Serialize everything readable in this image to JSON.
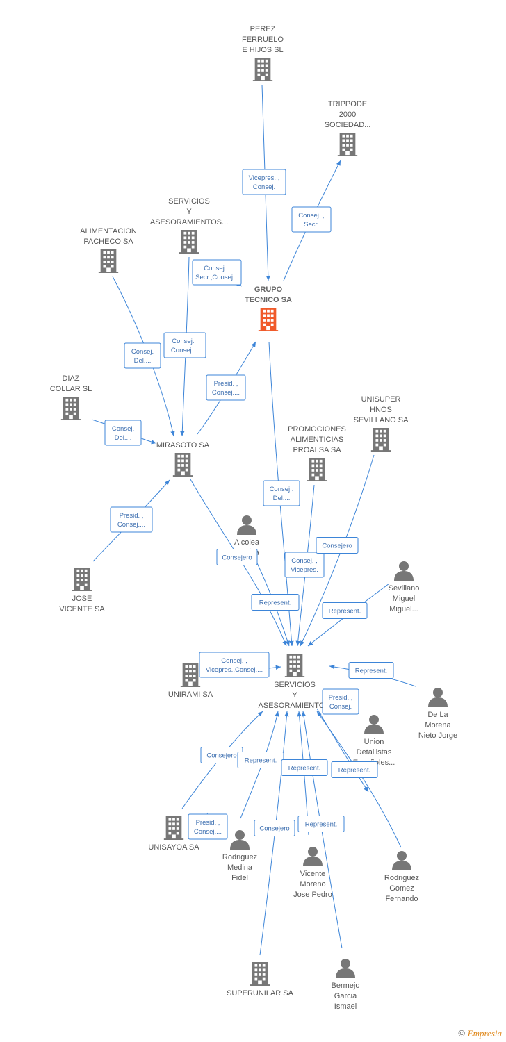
{
  "colors": {
    "node": "#777777",
    "focus": "#f05a2a",
    "edge": "#3d85d8"
  },
  "nodes": {
    "perez": {
      "type": "company",
      "lines": [
        "PEREZ",
        "FERRUELO",
        "E HIJOS  SL"
      ]
    },
    "trippode": {
      "type": "company",
      "lines": [
        "TRIPPODE",
        "2000",
        "SOCIEDAD..."
      ]
    },
    "servicios_top": {
      "type": "company",
      "lines": [
        "SERVICIOS",
        "Y",
        "ASESORAMIENTOS..."
      ]
    },
    "alimentacion": {
      "type": "company",
      "lines": [
        "ALIMENTACION",
        "PACHECO SA"
      ]
    },
    "grupo": {
      "type": "focus",
      "lines": [
        "GRUPO",
        "TECNICO SA"
      ]
    },
    "diaz": {
      "type": "company",
      "lines": [
        "DIAZ",
        "COLLAR SL"
      ]
    },
    "mirasoto": {
      "type": "company",
      "lines": [
        "MIRASOTO SA"
      ]
    },
    "promociones": {
      "type": "company",
      "lines": [
        "PROMOCIONES",
        "ALIMENTICIAS",
        "PROALSA SA"
      ]
    },
    "unisuper": {
      "type": "company",
      "lines": [
        "UNISUPER",
        "HNOS",
        "SEVILLANO SA"
      ]
    },
    "alcolea": {
      "type": "person",
      "lines": [
        "Alcolea",
        "Castilla",
        "Arturo"
      ]
    },
    "jose": {
      "type": "company",
      "lines": [
        "JOSE",
        "VICENTE SA"
      ]
    },
    "sevillano": {
      "type": "person",
      "lines": [
        "Sevillano",
        "Miguel",
        "Miguel..."
      ]
    },
    "servicios_main": {
      "type": "company",
      "lines": [
        "SERVICIOS",
        "Y",
        "ASESORAMIENTO..."
      ]
    },
    "unirami": {
      "type": "company",
      "lines": [
        "UNIRAMI SA"
      ]
    },
    "delamorena": {
      "type": "person",
      "lines": [
        "De La",
        "Morena",
        "Nieto Jorge"
      ]
    },
    "union": {
      "type": "person",
      "lines": [
        "Union",
        "Detallistas",
        "Españoles..."
      ]
    },
    "unisayoa": {
      "type": "company",
      "lines": [
        "UNISAYOA SA"
      ]
    },
    "rodmedina": {
      "type": "person",
      "lines": [
        "Rodriguez",
        "Medina",
        "Fidel"
      ]
    },
    "vicente": {
      "type": "person",
      "lines": [
        "Vicente",
        "Moreno",
        "Jose Pedro"
      ]
    },
    "rodgomez": {
      "type": "person",
      "lines": [
        "Rodriguez",
        "Gomez",
        "Fernando"
      ]
    },
    "superunilar": {
      "type": "company",
      "lines": [
        "SUPERUNILAR SA"
      ]
    },
    "bermejo": {
      "type": "person",
      "lines": [
        "Bermejo",
        "Garcia",
        "Ismael"
      ]
    }
  },
  "edges": [
    {
      "id": "perez-grupo",
      "lines": [
        "Vicepres. ,",
        "Consej."
      ]
    },
    {
      "id": "grupo-trippode",
      "lines": [
        "Consej. ,",
        "Secr."
      ]
    },
    {
      "id": "servtop-grupo",
      "lines": [
        "Consej. ,",
        "Secr.,Consej..."
      ]
    },
    {
      "id": "alim-mirasoto",
      "lines": [
        "Consej.",
        "Del...."
      ]
    },
    {
      "id": "servtop-mirasoto",
      "lines": [
        "Consej. ,",
        "Consej...."
      ]
    },
    {
      "id": "mirasoto-grupo",
      "lines": [
        "Presid. ,",
        "Consej...."
      ]
    },
    {
      "id": "diaz-mirasoto",
      "lines": [
        "Consej.",
        "Del...."
      ]
    },
    {
      "id": "jose-mirasoto",
      "lines": [
        "Presid. ,",
        "Consej...."
      ]
    },
    {
      "id": "grupo-servmain",
      "lines": [
        "Consej .",
        "Del...."
      ]
    },
    {
      "id": "promo-servmain",
      "lines": [
        "Consej. ,",
        "Vicepres."
      ]
    },
    {
      "id": "unisuper-servmain",
      "lines": [
        "Consejero"
      ]
    },
    {
      "id": "alcolea-servmain",
      "lines": [
        "Consejero"
      ]
    },
    {
      "id": "mirasoto-servmain",
      "lines": [
        "Represent."
      ]
    },
    {
      "id": "sevillano-servmain",
      "lines": [
        "Represent."
      ]
    },
    {
      "id": "unirami-servmain",
      "lines": [
        "Consej. ,",
        "Vicepres.,Consej...."
      ]
    },
    {
      "id": "delamorena-servmain",
      "lines": [
        "Represent."
      ]
    },
    {
      "id": "servmain-union",
      "lines": [
        "Presid. ,",
        "Consej."
      ]
    },
    {
      "id": "unisayoa-servmain",
      "lines": [
        "Consejero"
      ]
    },
    {
      "id": "rodmedina-servmain",
      "lines": [
        "Represent."
      ]
    },
    {
      "id": "vicente-servmain",
      "lines": [
        "Represent."
      ]
    },
    {
      "id": "rodgomez-servmain",
      "lines": [
        "Represent."
      ]
    },
    {
      "id": "unisayoa-presid",
      "lines": [
        "Presid. ,",
        "Consej...."
      ]
    },
    {
      "id": "superunilar-servmain",
      "lines": [
        "Consejero"
      ]
    },
    {
      "id": "bermejo-servmain",
      "lines": [
        "Represent."
      ]
    }
  ],
  "footer": {
    "copyright": "©",
    "brand": "Empresia"
  }
}
